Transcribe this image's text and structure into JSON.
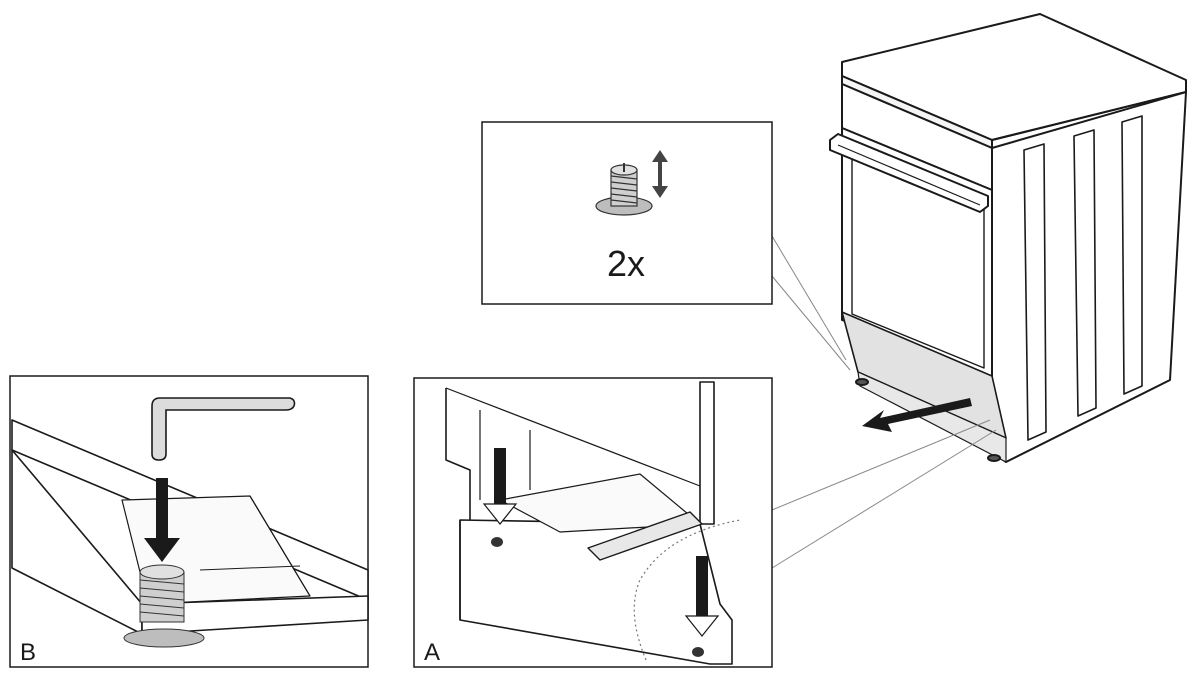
{
  "callout": {
    "quantity": "2x",
    "part_icon": "adjustable-foot-icon",
    "direction_icon": "up-down-arrow-icon"
  },
  "panel_a": {
    "label": "A"
  },
  "panel_b": {
    "label": "B",
    "tool_icon": "hex-key-icon"
  },
  "colors": {
    "line": "#1a1a1a",
    "plinth_fill": "#e2e2e2",
    "foot_fill": "#bdbdbd"
  }
}
